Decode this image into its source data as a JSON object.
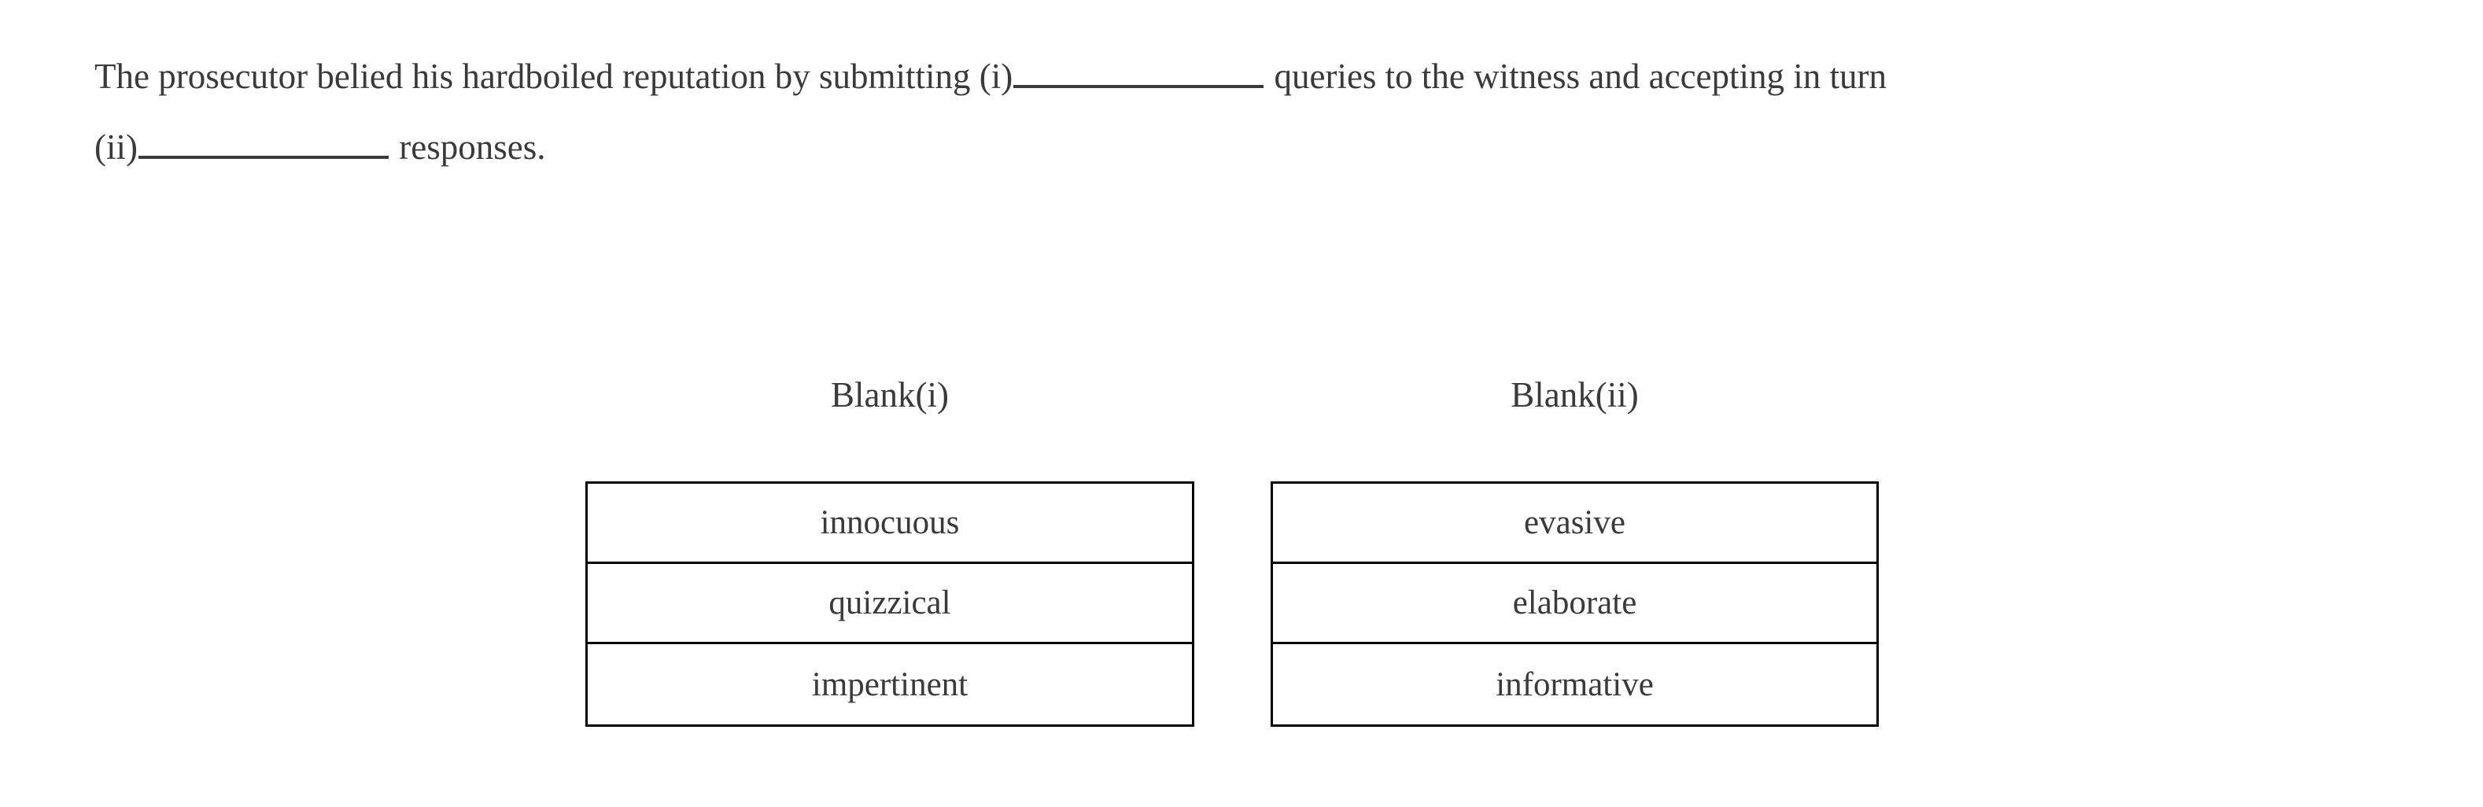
{
  "question": {
    "line1_before_blank": "The prosecutor belied his hardboiled reputation by submitting (i)",
    "line1_after_blank": " queries to the witness and accepting in turn",
    "line2_before_blank": "(ii)",
    "line2_after_blank": " responses.",
    "full_text": "The prosecutor belied his hardboiled reputation by submitting (i)_____________ queries to the witness and accepting in turn (ii)_____________ responses."
  },
  "answer_columns": [
    {
      "header": "Blank(i)",
      "options": [
        {
          "label": "innocuous"
        },
        {
          "label": "quizzical"
        },
        {
          "label": "impertinent"
        }
      ]
    },
    {
      "header": "Blank(ii)",
      "options": [
        {
          "label": "evasive"
        },
        {
          "label": "elaborate"
        },
        {
          "label": "informative"
        }
      ]
    }
  ],
  "style": {
    "text_color": "#3a3a3a",
    "border_color": "#000000",
    "background_color": "#ffffff"
  }
}
